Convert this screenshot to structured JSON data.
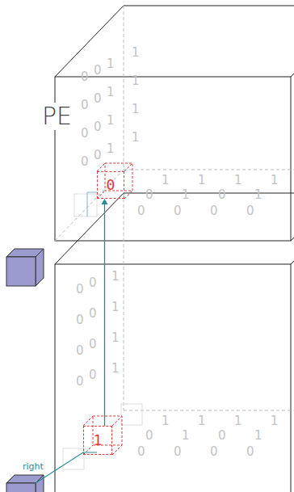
{
  "diagram": {
    "nodes": [
      {
        "text": [
          "0"
        ]
      },
      {
        "text": [
          "1"
        ]
      }
    ],
    "edges": [
      {
        "from": 1,
        "to": 0,
        "arrow": "to"
      }
    ],
    "labels": [
      "PE",
      "0",
      "0",
      "1",
      "1",
      "0",
      "0",
      "1",
      "1",
      "0",
      "0",
      "1",
      "1",
      "0",
      "0",
      "1",
      "1",
      "1",
      "1",
      "1",
      "1",
      "0",
      "1",
      "0",
      "1",
      "0",
      "0",
      "0",
      "0",
      "0",
      "0",
      "1",
      "0",
      "0",
      "1",
      "0",
      "0",
      "1",
      "0",
      "0",
      "1",
      "1",
      "1",
      "1",
      "1",
      "0",
      "1",
      "0",
      "1",
      "0",
      "0",
      "0",
      "0",
      "right"
    ]
  }
}
